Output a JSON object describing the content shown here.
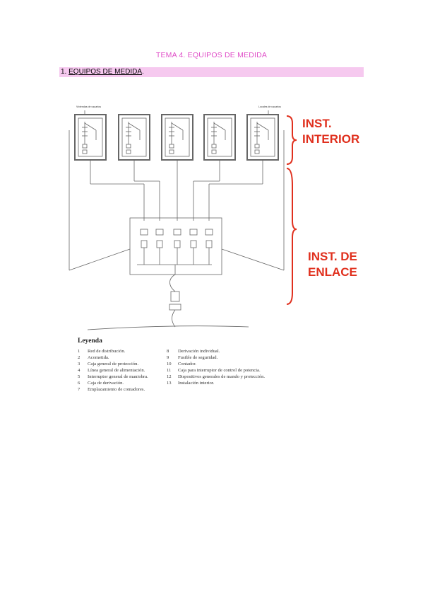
{
  "page_title": "TEMA 4. EQUIPOS DE MEDIDA",
  "section": {
    "number": "1.",
    "title": "EQUIPOS DE MEDIDA",
    "suffix": "."
  },
  "figure": {
    "top_left_caption": "Viviendas de usuarios",
    "top_right_caption": "Locales de usuarios",
    "label_interior_line1": "INST.",
    "label_interior_line2": "INTERIOR",
    "label_enlace_line1": "INST. DE",
    "label_enlace_line2": "ENLACE",
    "colors": {
      "accent": "#e0301e",
      "line": "#666666"
    },
    "legend": {
      "title": "Leyenda",
      "left": [
        {
          "n": "1",
          "t": "Red de distribución."
        },
        {
          "n": "2",
          "t": "Acometida."
        },
        {
          "n": "3",
          "t": "Caja general de protección."
        },
        {
          "n": "4",
          "t": "Línea general de alimentación."
        },
        {
          "n": "5",
          "t": "Interruptor general de maniobra."
        },
        {
          "n": "6",
          "t": "Caja de derivación."
        },
        {
          "n": "7",
          "t": "Emplazamiento de contadores."
        }
      ],
      "right": [
        {
          "n": "8",
          "t": "Derivación individual."
        },
        {
          "n": "9",
          "t": "Fusible de seguridad."
        },
        {
          "n": "10",
          "t": "Contador."
        },
        {
          "n": "11",
          "t": "Caja para interruptor de control de potencia."
        },
        {
          "n": "12",
          "t": "Dispositivos generales de mando y protección."
        },
        {
          "n": "13",
          "t": "Instalación interior."
        }
      ]
    }
  }
}
